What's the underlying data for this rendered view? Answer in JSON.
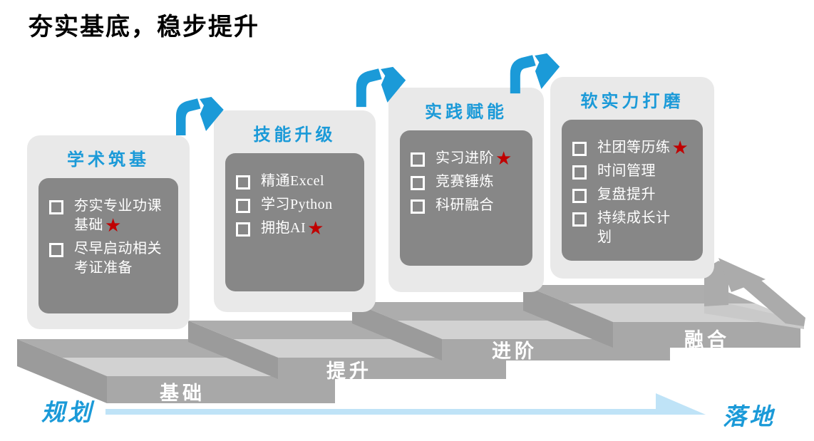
{
  "slide": {
    "title": "夯实基底，稳步提升"
  },
  "colors": {
    "accent_blue": "#1b9ad8",
    "pale_blue_arrow": "#bfe3f7",
    "star_red": "#c00000",
    "card_bg": "#e9e9e9",
    "panel_gray": "#878787",
    "step_riser_gray": "#a8a8a8",
    "step_tread_light": "#d2d2d2",
    "step_tread_dark": "#adadad"
  },
  "cards": [
    {
      "title": "学术筑基",
      "items": [
        {
          "text": "夯实专业功课基础",
          "starred": true
        },
        {
          "text": "尽早启动相关考证准备",
          "starred": false
        }
      ]
    },
    {
      "title": "技能升级",
      "items": [
        {
          "text": "精通Excel",
          "starred": false
        },
        {
          "text": "学习Python",
          "starred": false
        },
        {
          "text": "拥抱AI",
          "starred": true
        }
      ]
    },
    {
      "title": "实践赋能",
      "items": [
        {
          "text": "实习进阶",
          "starred": true
        },
        {
          "text": "竞赛锤炼",
          "starred": false
        },
        {
          "text": "科研融合",
          "starred": false
        }
      ]
    },
    {
      "title": "软实力打磨",
      "items": [
        {
          "text": "社团等历练",
          "starred": true
        },
        {
          "text": "时间管理",
          "starred": false
        },
        {
          "text": "复盘提升",
          "starred": false
        },
        {
          "text": "持续成长计划",
          "starred": false
        }
      ]
    }
  ],
  "steps": [
    {
      "label": "基础"
    },
    {
      "label": "提升"
    },
    {
      "label": "进阶"
    },
    {
      "label": "融合"
    }
  ],
  "flow": {
    "start_label": "规划",
    "end_label": "落地"
  },
  "icons": {
    "star": "★",
    "checkbox": "hollow-square",
    "jump_arrow": "bent-arrow"
  }
}
